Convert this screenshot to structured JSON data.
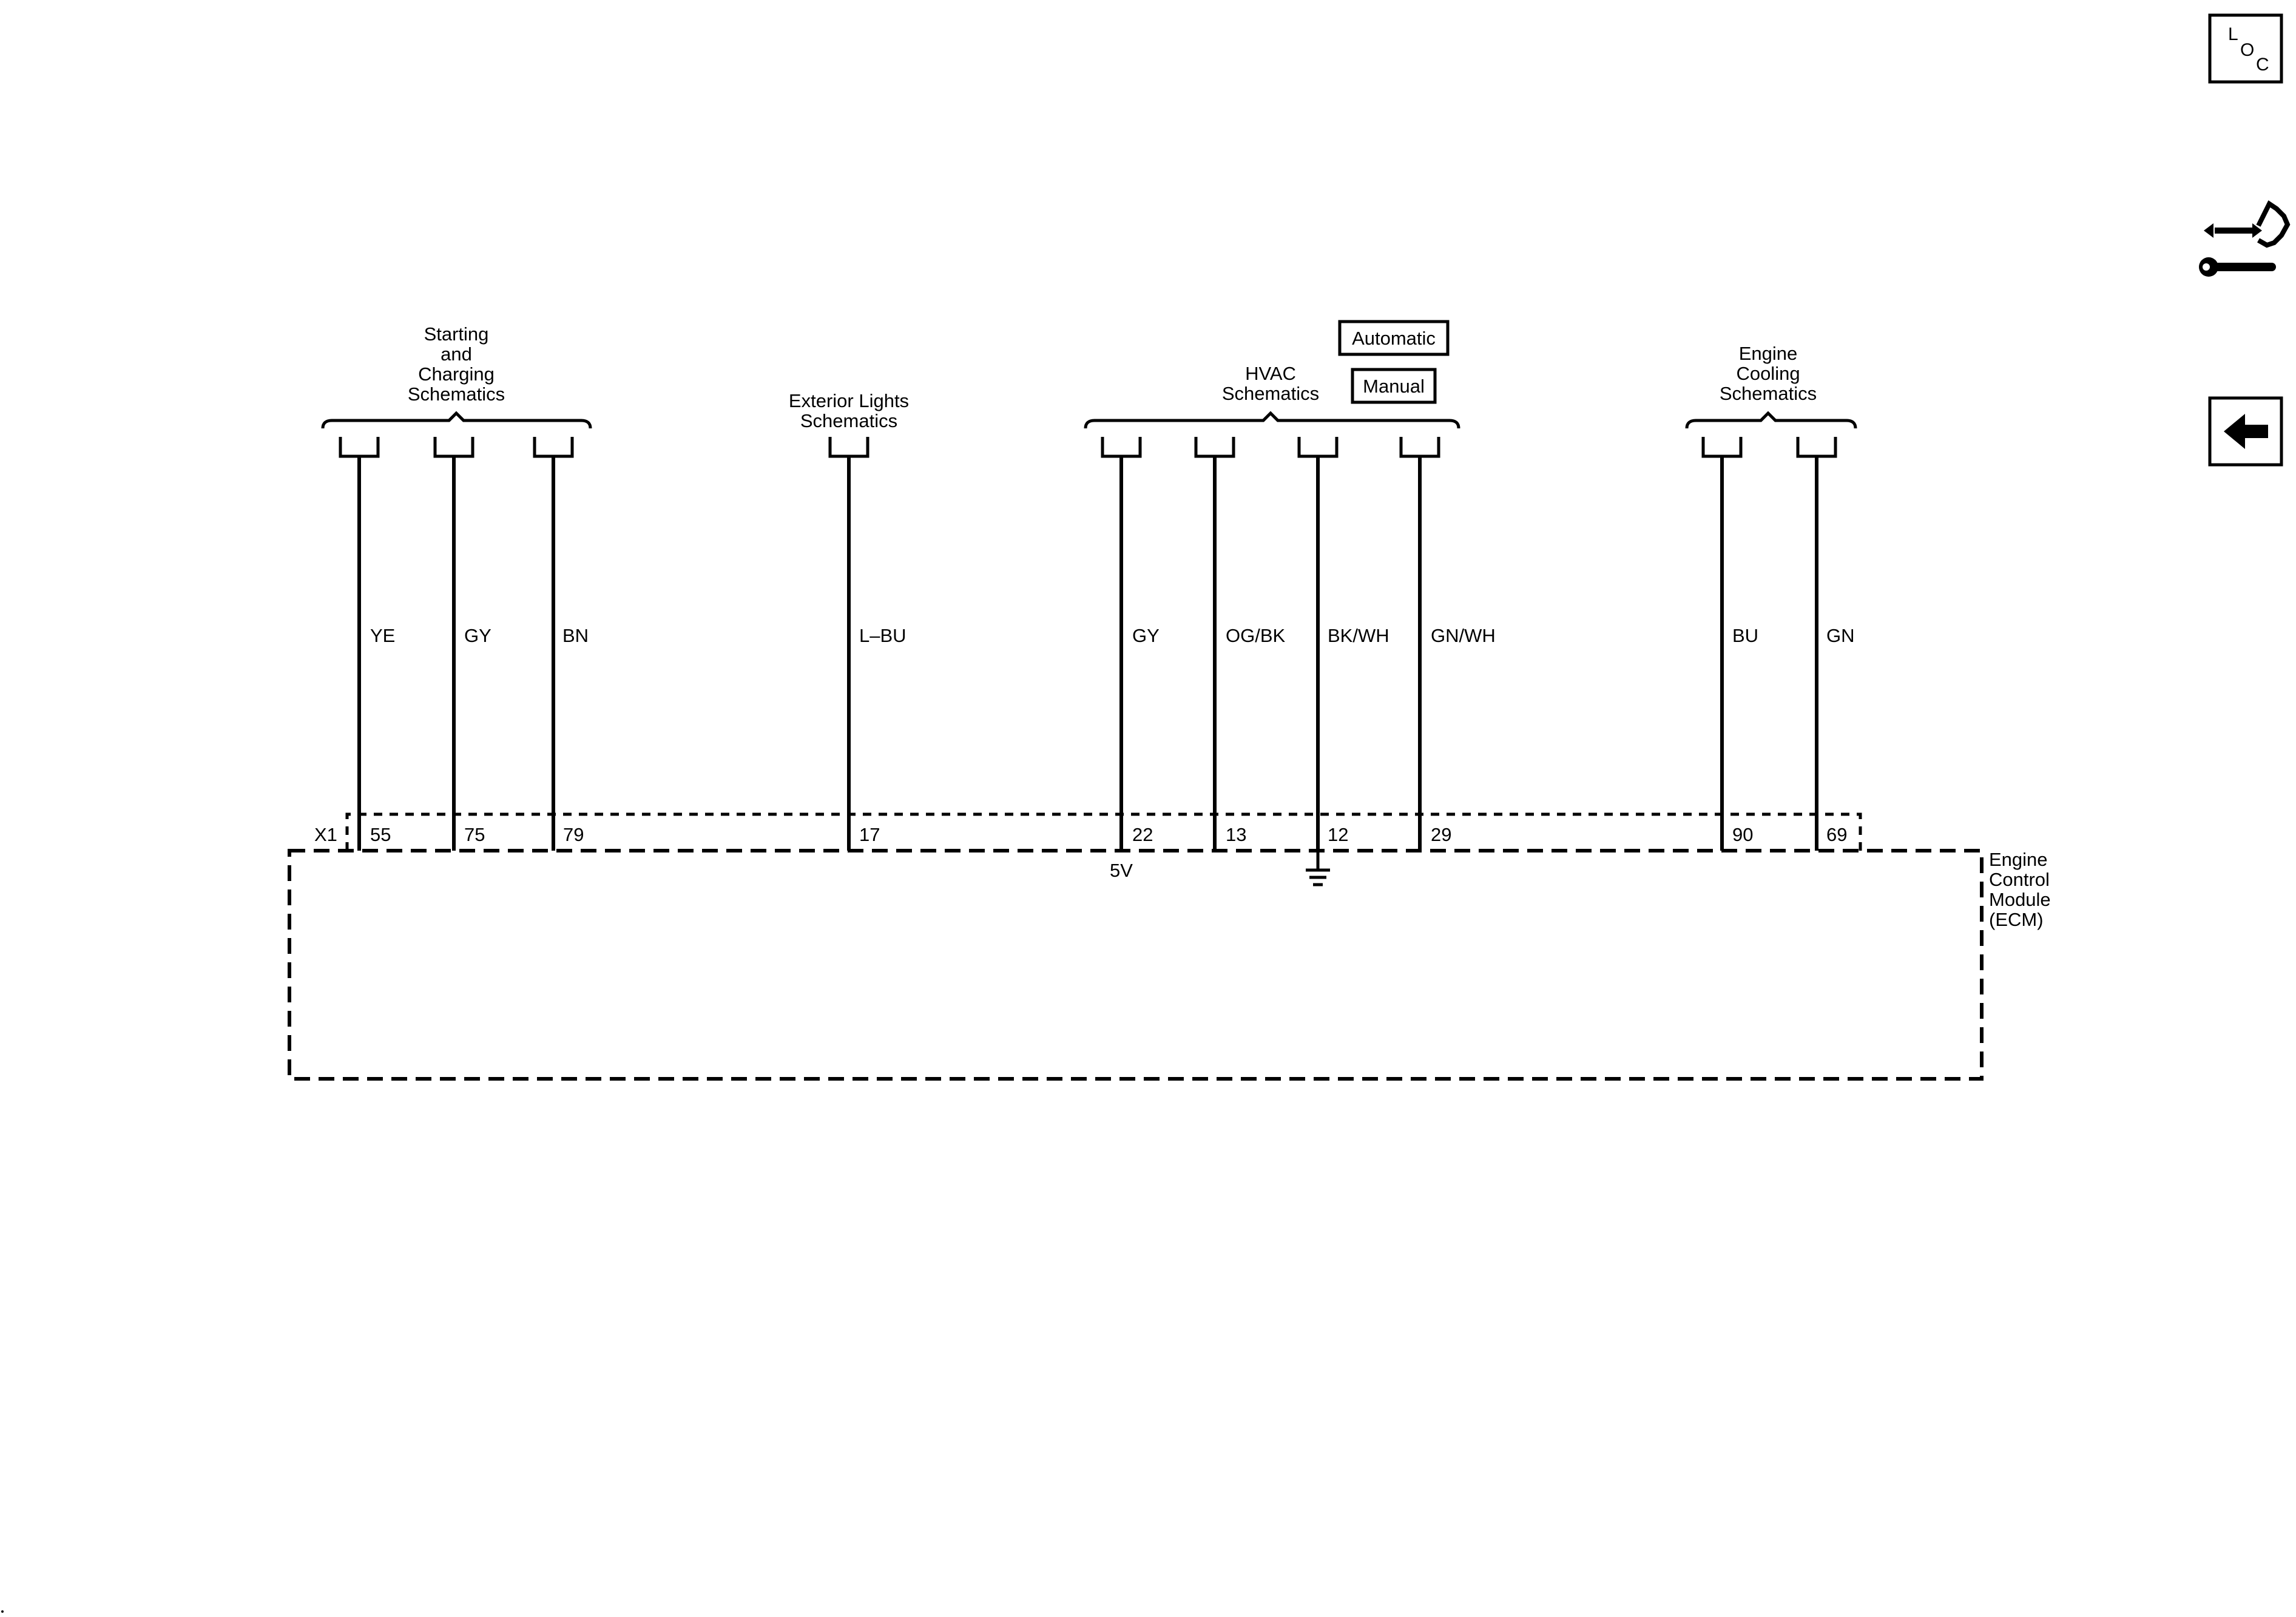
{
  "groups": [
    {
      "lines": [
        "Starting",
        "and",
        "Charging",
        "Schematics"
      ]
    },
    {
      "lines": [
        "Exterior Lights",
        "Schematics"
      ]
    },
    {
      "lines": [
        "HVAC",
        "Schematics"
      ]
    },
    {
      "lines": [
        "Engine",
        "Cooling",
        "Schematics"
      ]
    }
  ],
  "option_boxes": [
    "Automatic",
    "Manual"
  ],
  "connector_label": "X1",
  "wires": [
    {
      "color_code": "YE",
      "pin": "55"
    },
    {
      "color_code": "GY",
      "pin": "75"
    },
    {
      "color_code": "BN",
      "pin": "79"
    },
    {
      "color_code": "L–BU",
      "pin": "17"
    },
    {
      "color_code": "GY",
      "pin": "22"
    },
    {
      "color_code": "OG/BK",
      "pin": "13"
    },
    {
      "color_code": "BK/WH",
      "pin": "12"
    },
    {
      "color_code": "GN/WH",
      "pin": "29"
    },
    {
      "color_code": "BU",
      "pin": "90"
    },
    {
      "color_code": "GN",
      "pin": "69"
    }
  ],
  "five_volt_label": "5V",
  "module_name": [
    "Engine",
    "Control",
    "Module",
    "(ECM)"
  ],
  "side_buttons": {
    "loc": {
      "letters": [
        "L",
        "O",
        "C"
      ],
      "icon": "loc-icon"
    },
    "tools": {
      "icon": "connector-tools-icon"
    },
    "back": {
      "icon": "back-arrow-icon"
    }
  }
}
